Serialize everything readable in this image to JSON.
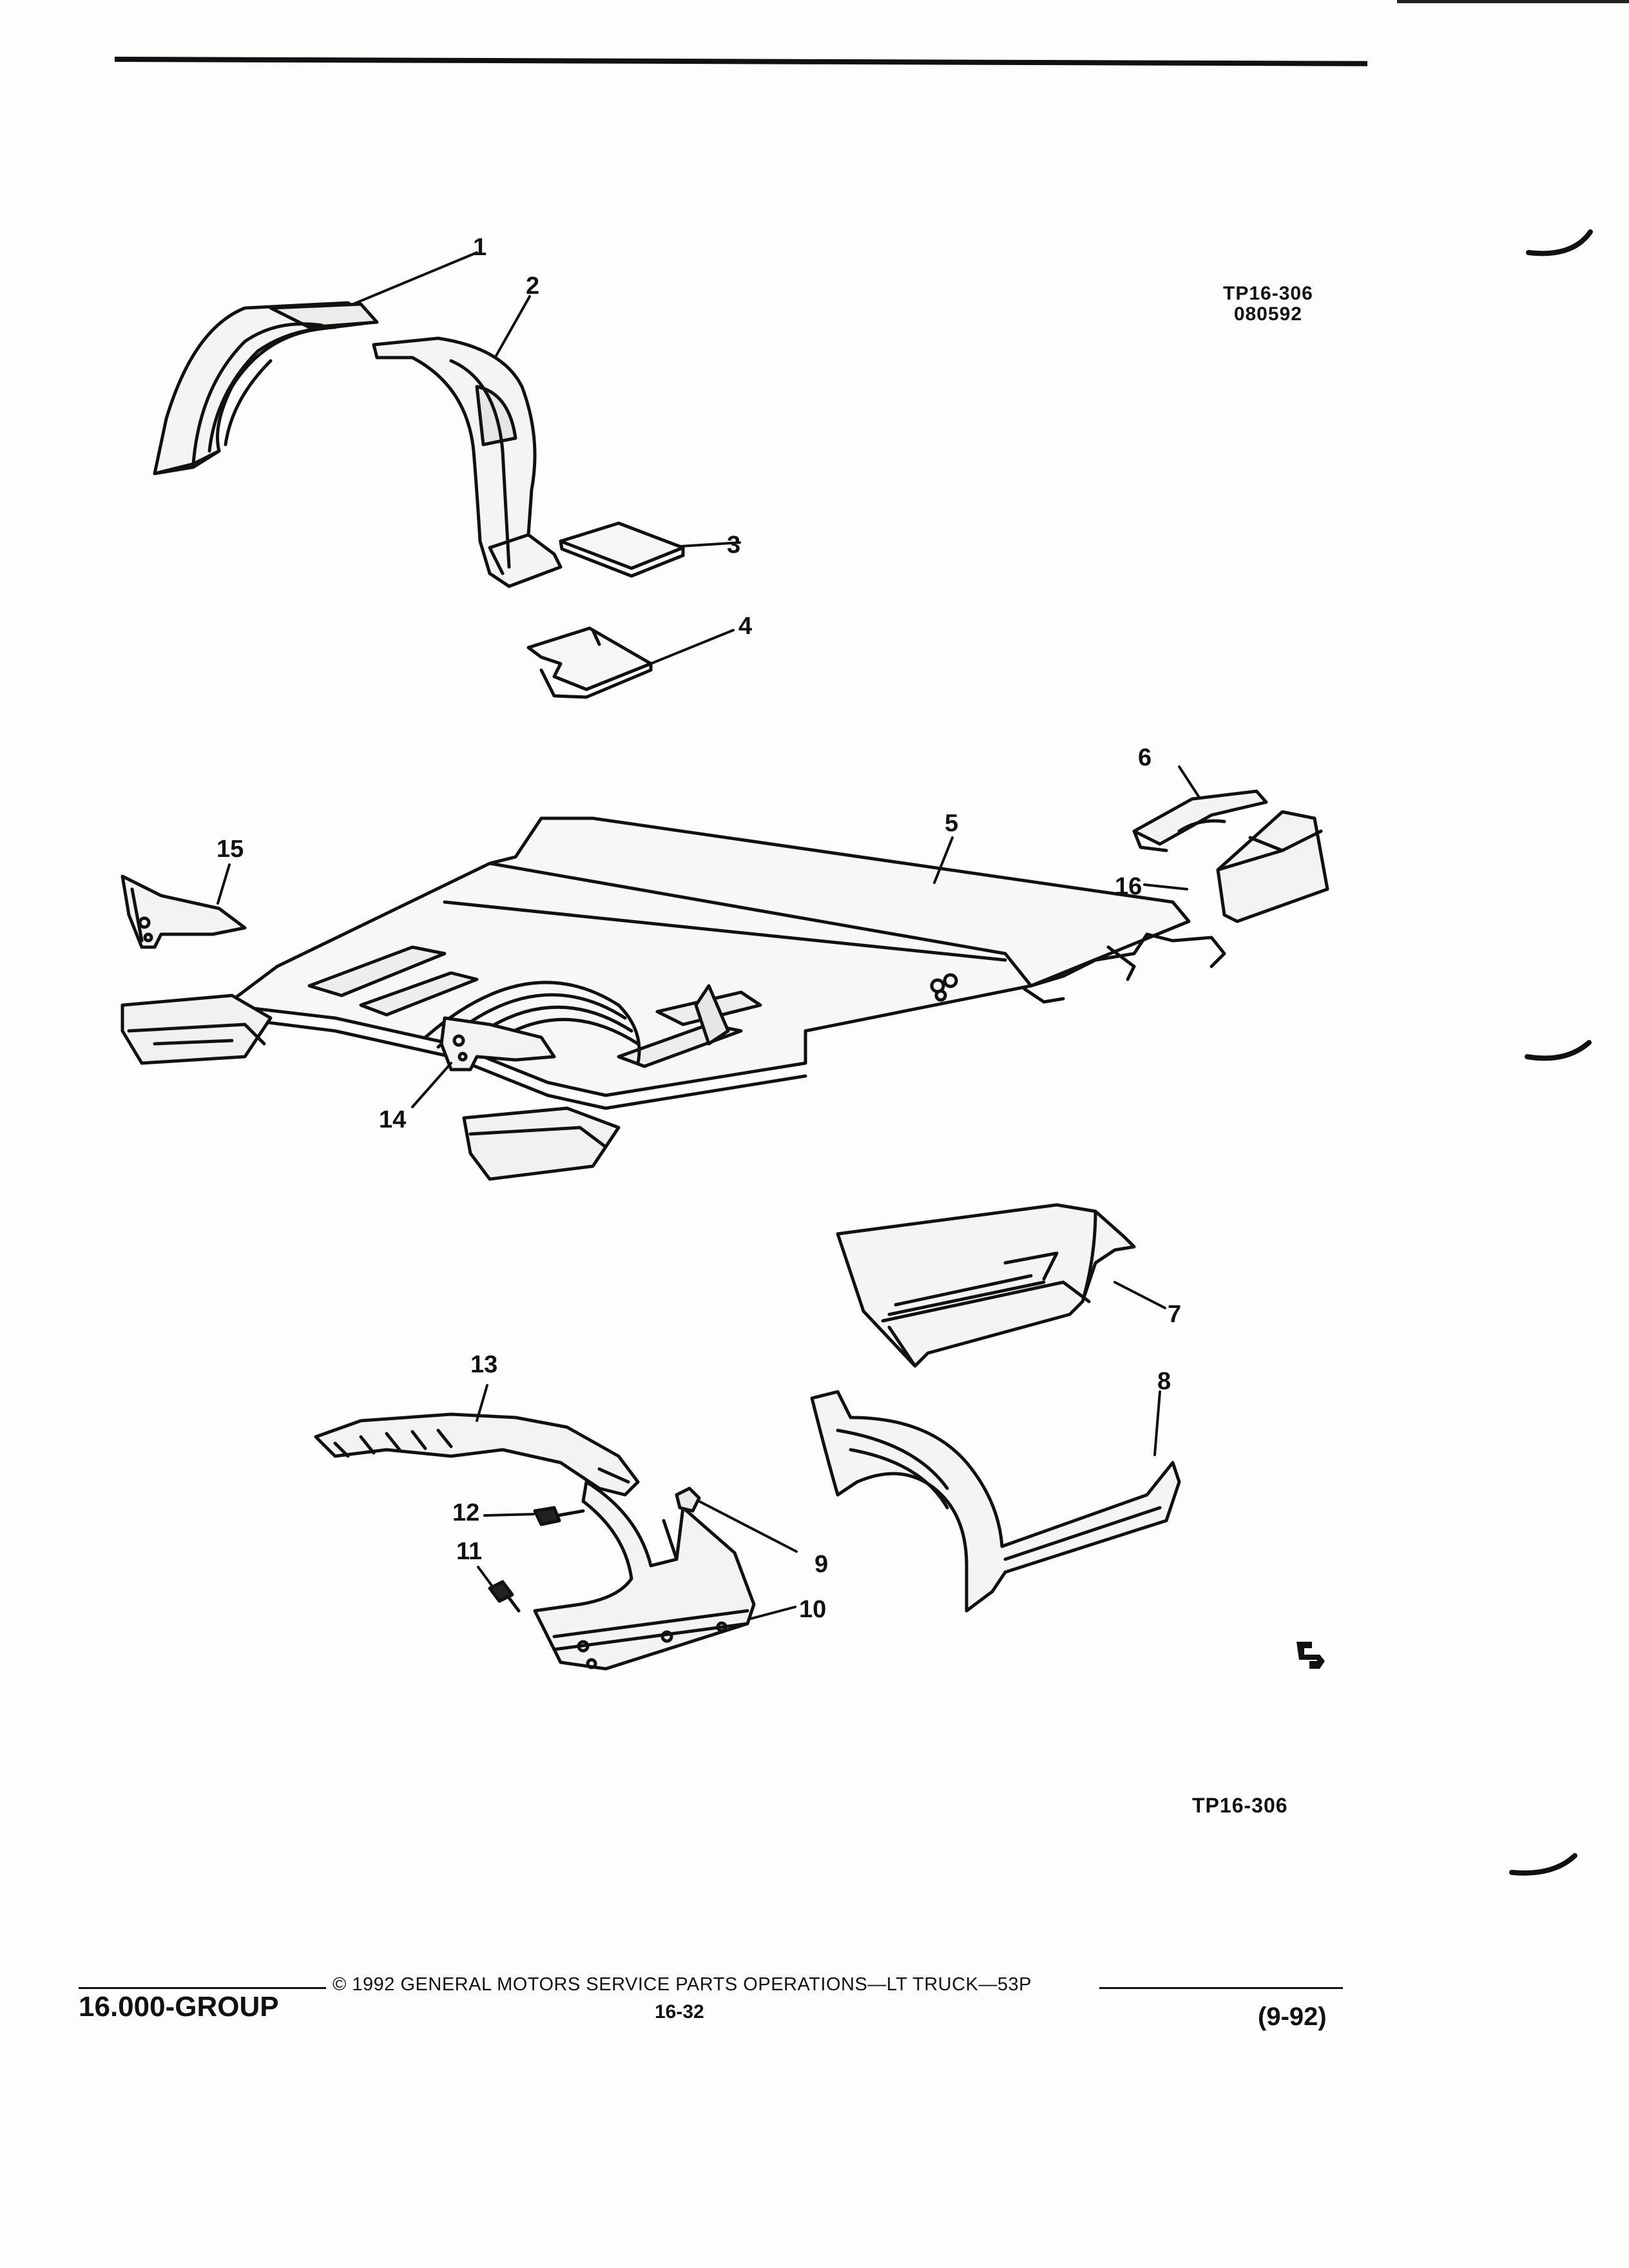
{
  "figure": {
    "ref_code_top": "TP16-306",
    "ref_date_top": "080592",
    "ref_code_bottom": "TP16-306",
    "callouts": [
      "1",
      "2",
      "3",
      "4",
      "5",
      "6",
      "7",
      "8",
      "9",
      "10",
      "11",
      "12",
      "13",
      "14",
      "15",
      "16"
    ]
  },
  "footer": {
    "group": "16.000-GROUP",
    "copyright": "© 1992 GENERAL MOTORS SERVICE PARTS OPERATIONS—LT TRUCK—53P",
    "page_number": "16-32",
    "date": "(9-92)"
  }
}
